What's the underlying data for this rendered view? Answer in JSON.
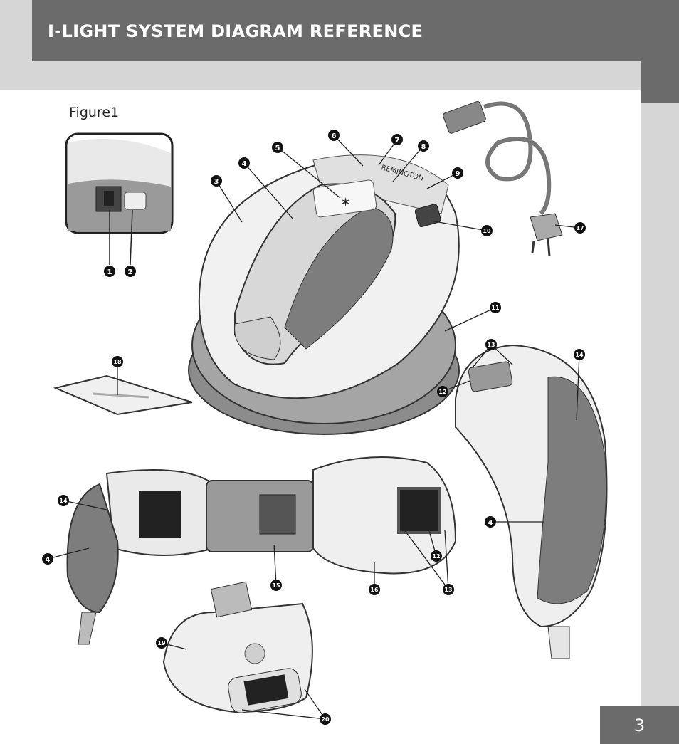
{
  "header": {
    "title": "I-LIGHT SYSTEM DIAGRAM REFERENCE"
  },
  "figure": {
    "label": "Figure1"
  },
  "brand": {
    "logo_text": "REMINGTON"
  },
  "callouts": [
    "1",
    "2",
    "3",
    "4",
    "5",
    "6",
    "7",
    "8",
    "9",
    "10",
    "11",
    "12",
    "13",
    "14",
    "15",
    "16",
    "17",
    "18",
    "19",
    "20"
  ],
  "page": {
    "number": "3"
  },
  "colors": {
    "header_dark": "#6b6b6b",
    "header_light": "#d6d6d6",
    "device_dark": "#7d7d7d",
    "device_light": "#efefef"
  }
}
